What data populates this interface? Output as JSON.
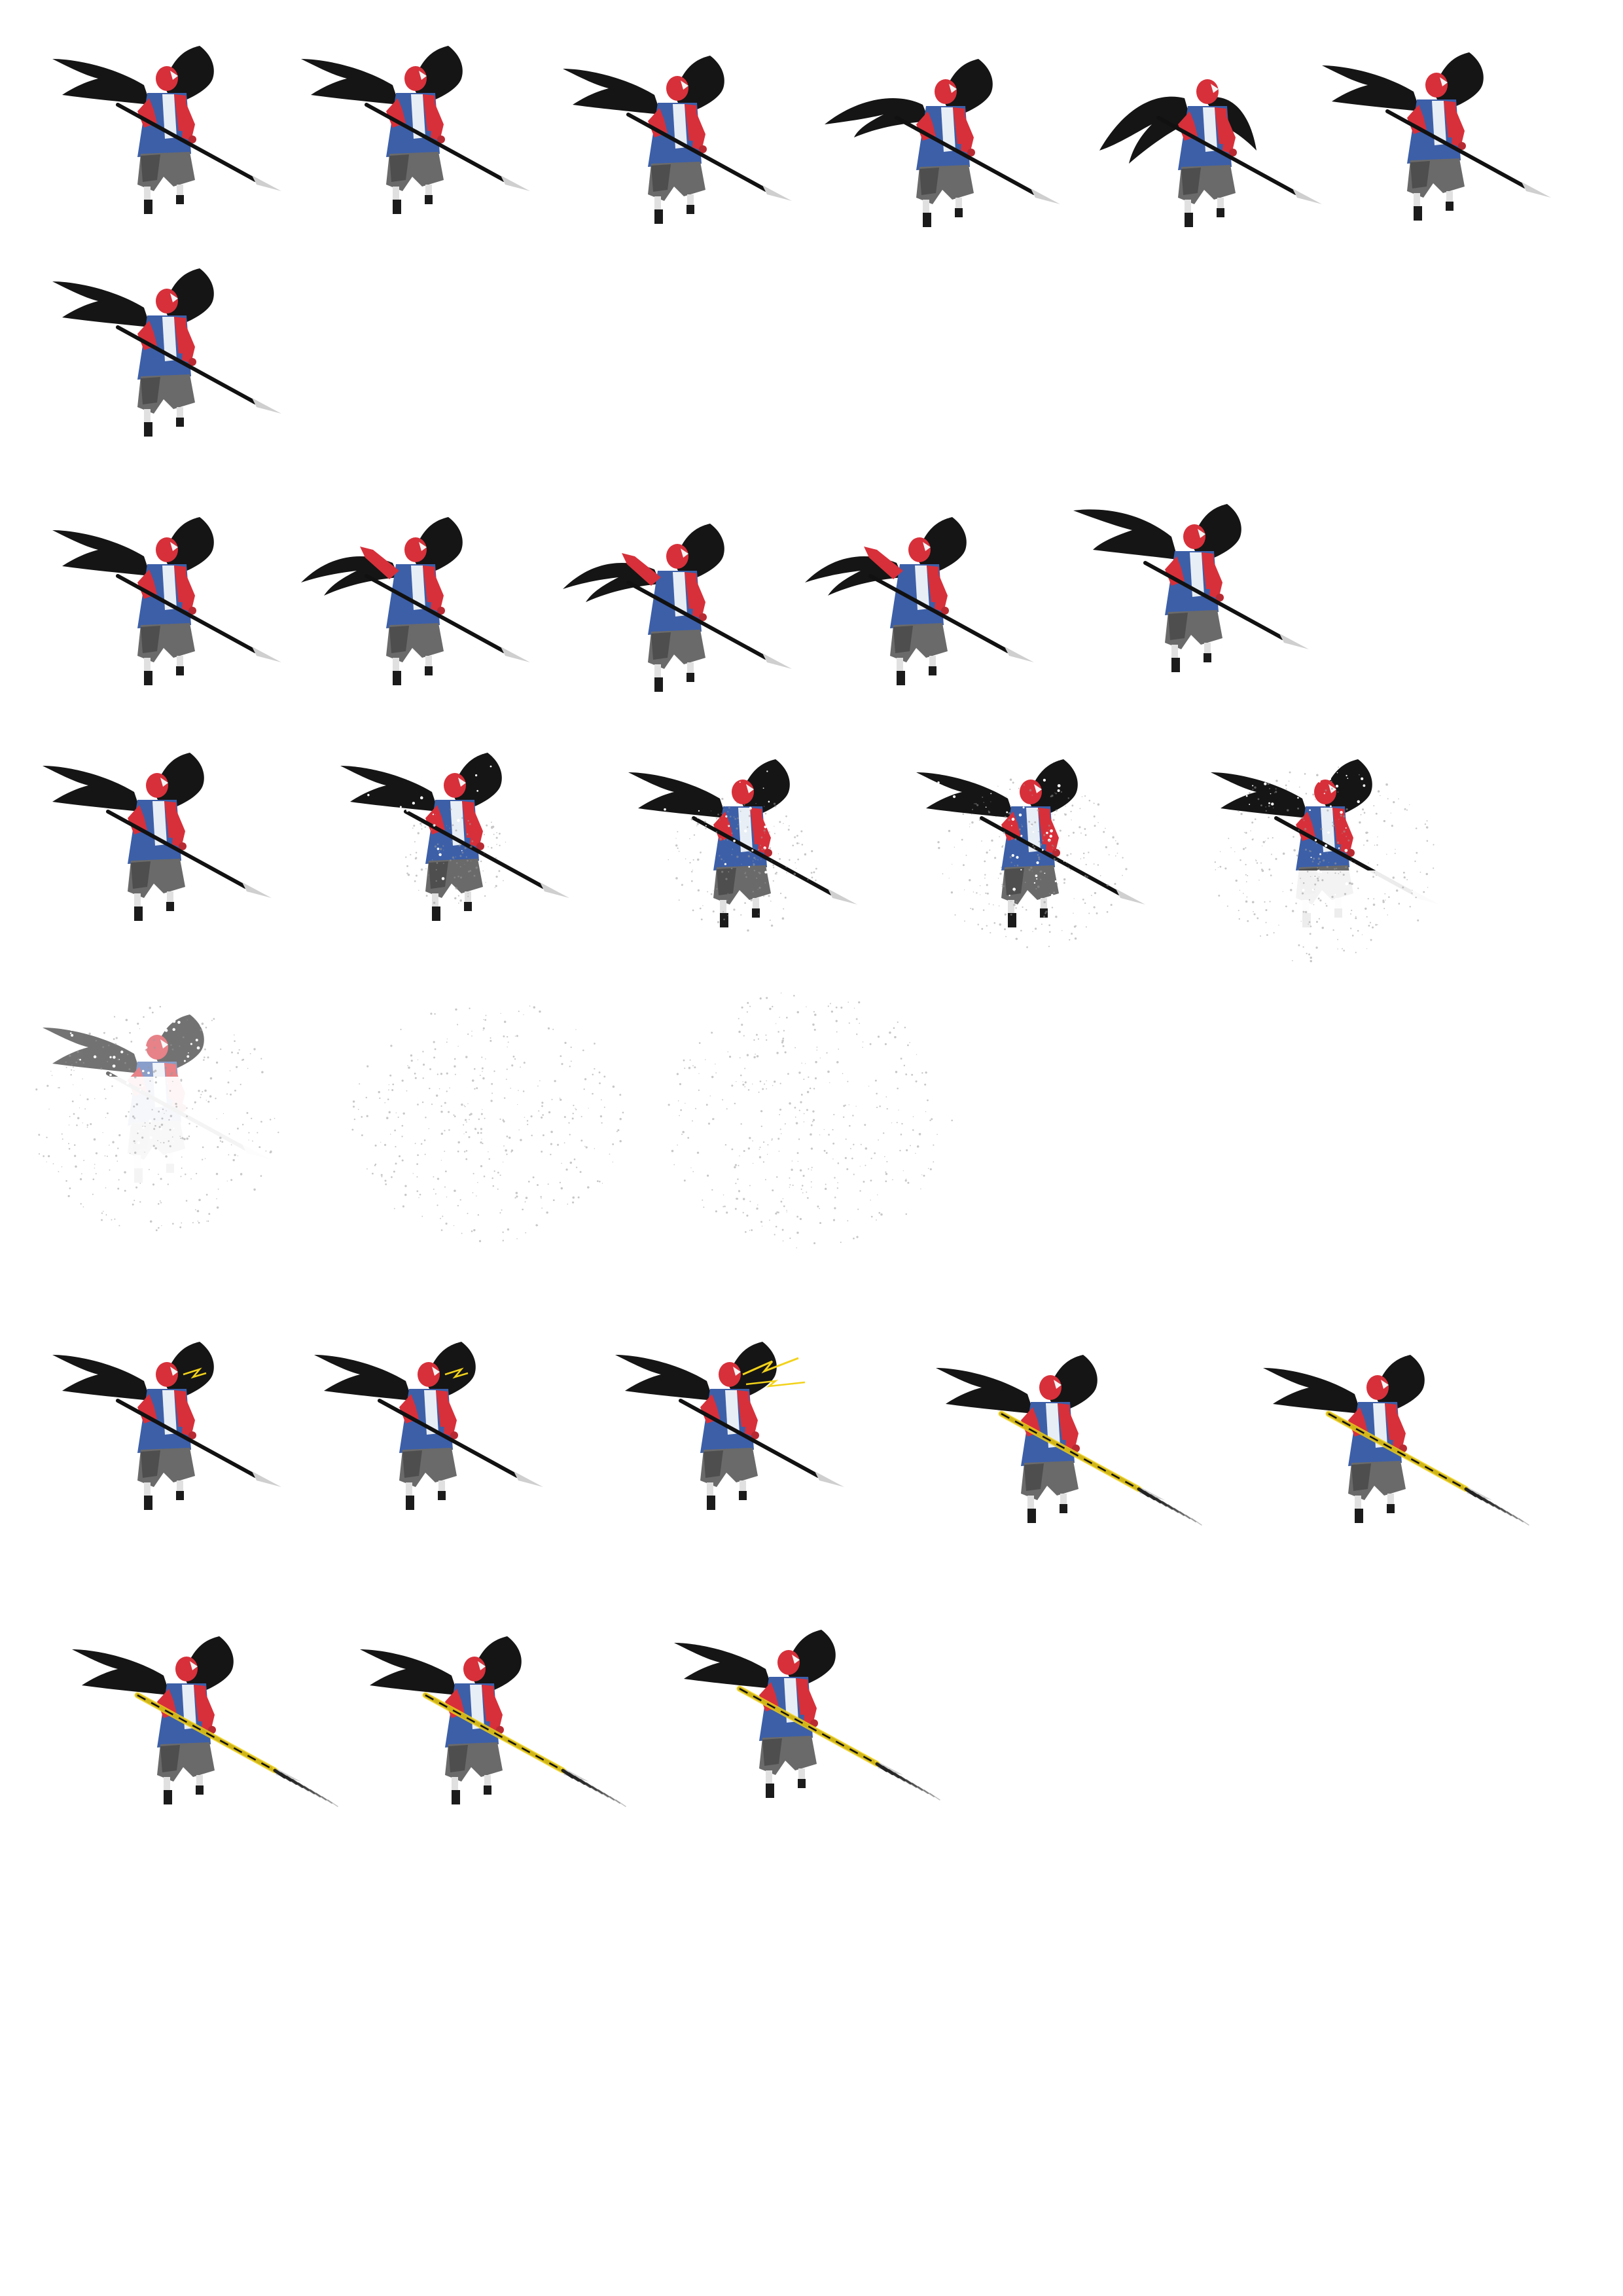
{
  "sheet": {
    "kind": "sprite-sheet",
    "background": "#ffffff",
    "palette": {
      "wing": "#151515",
      "skin_red": "#d7303a",
      "robe_blue": "#3c5fa8",
      "inner_white": "#e8eef5",
      "pants_gray": "#6a6a6a",
      "pants_dark": "#4e4e4e",
      "sleeve_gray": "#9aa2ad",
      "boot": "#1b1b1b",
      "spear_shaft": "#111111",
      "spear_tip": "#cfcfcf",
      "lightning": "#f2d21a",
      "mist": "#9a9a9a"
    },
    "animations": [
      {
        "name": "idle",
        "frame_count": 7,
        "frames": [
          {
            "variant": "normal"
          },
          {
            "variant": "normal"
          },
          {
            "variant": "normal"
          },
          {
            "variant": "wings-low"
          },
          {
            "variant": "wings-cloak"
          },
          {
            "variant": "normal"
          },
          {
            "variant": "normal"
          }
        ]
      },
      {
        "name": "wing-flap",
        "frame_count": 5,
        "frames": [
          {
            "variant": "normal"
          },
          {
            "variant": "arm-raised"
          },
          {
            "variant": "arm-raised"
          },
          {
            "variant": "arm-raised"
          },
          {
            "variant": "wings-high"
          }
        ]
      },
      {
        "name": "dissolve",
        "frame_count": 8,
        "frames": [
          {
            "dissolve": 0.0
          },
          {
            "dissolve": 0.15
          },
          {
            "dissolve": 0.35
          },
          {
            "dissolve": 0.55
          },
          {
            "dissolve": 0.7
          },
          {
            "dissolve": 0.82
          },
          {
            "dissolve": 0.93
          },
          {
            "dissolve": 1.0
          }
        ]
      },
      {
        "name": "lightning-spear",
        "frame_count": 8,
        "frames": [
          {
            "charge": "spark"
          },
          {
            "charge": "spark"
          },
          {
            "charge": "bolt"
          },
          {
            "charge": "glow"
          },
          {
            "charge": "glow"
          },
          {
            "charge": "glow"
          },
          {
            "charge": "glow"
          },
          {
            "charge": "glow"
          }
        ]
      }
    ]
  }
}
